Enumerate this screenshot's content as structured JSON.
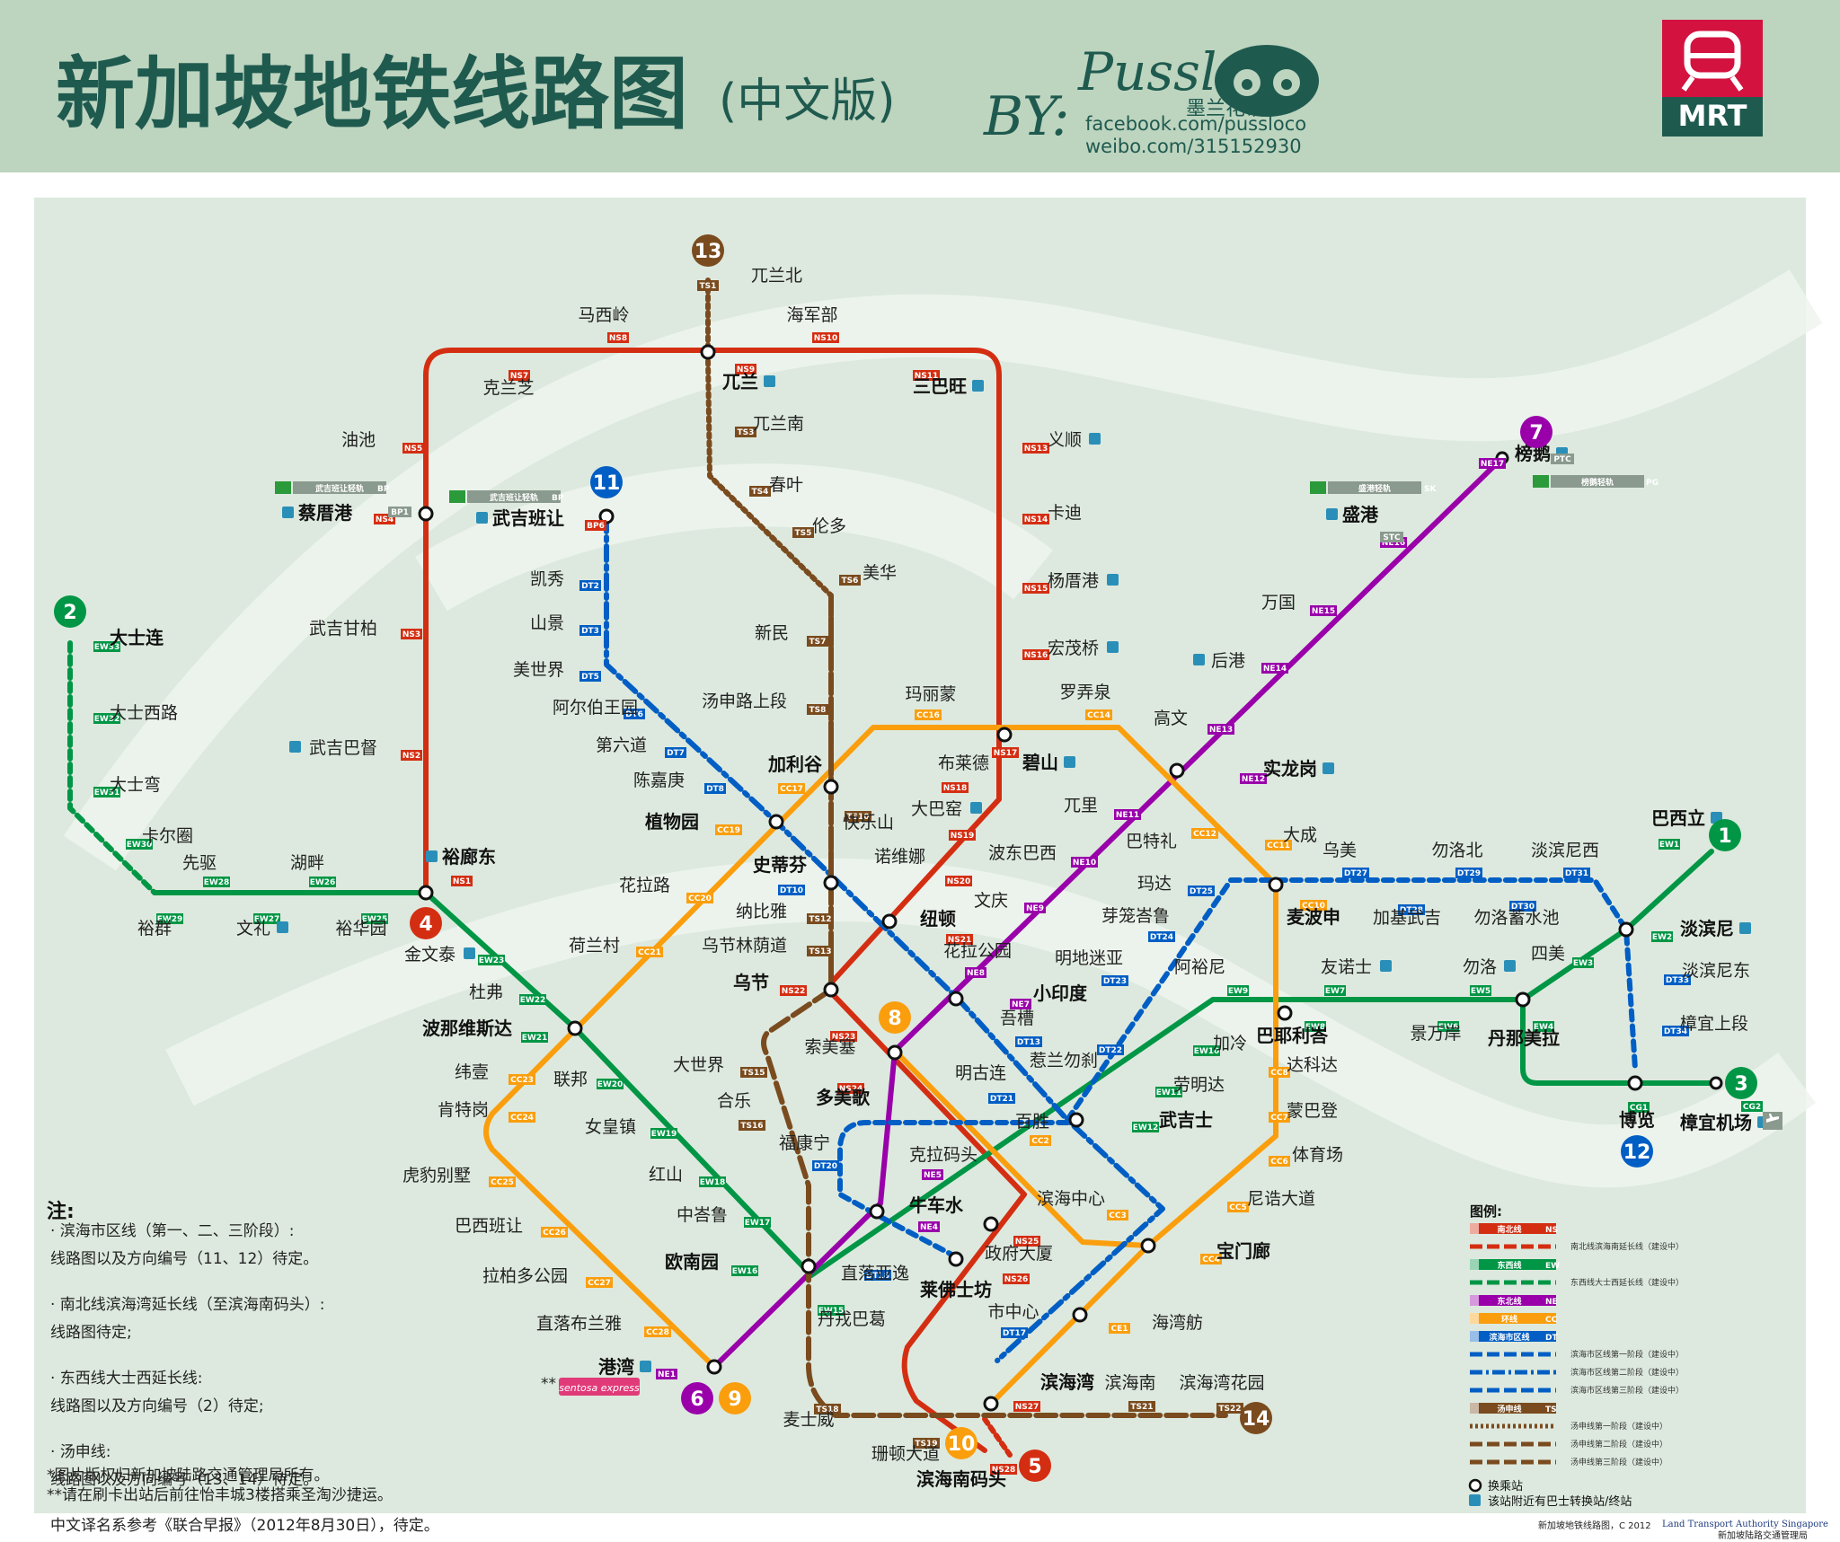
{
  "header": {
    "title": "新加坡地铁线路图",
    "subtitle": "(中文版)",
    "by": "BY:",
    "author": "Pussloco",
    "author_cn": "墨兰花语",
    "facebook": "facebook.com/pussloco",
    "weibo": "weibo.com/315152930",
    "logo_text": "MRT"
  },
  "colors": {
    "ns": "#d42e12",
    "ew": "#009645",
    "ne": "#9900aa",
    "cc": "#fa9e0d",
    "dt": "#005ec4",
    "ts": "#7a4b1e",
    "bg": "#dde9de",
    "header_bg": "#bdd4bf",
    "title": "#1f5a4f"
  },
  "line_badges": [
    {
      "num": "1",
      "color": "#009645"
    },
    {
      "num": "2",
      "color": "#009645"
    },
    {
      "num": "3",
      "color": "#009645"
    },
    {
      "num": "4",
      "color": "#d42e12"
    },
    {
      "num": "5",
      "color": "#d42e12"
    },
    {
      "num": "6",
      "color": "#9900aa"
    },
    {
      "num": "7",
      "color": "#9900aa"
    },
    {
      "num": "8",
      "color": "#fa9e0d"
    },
    {
      "num": "9",
      "color": "#fa9e0d"
    },
    {
      "num": "10",
      "color": "#fa9e0d"
    },
    {
      "num": "11",
      "color": "#005ec4"
    },
    {
      "num": "12",
      "color": "#005ec4"
    },
    {
      "num": "13",
      "color": "#7a4b1e"
    },
    {
      "num": "14",
      "color": "#7a4b1e"
    }
  ],
  "stations": [
    {
      "name": "兀兰北",
      "code": "TS1",
      "line": "ts"
    },
    {
      "name": "马西岭",
      "code": "NS8",
      "line": "ns"
    },
    {
      "name": "海军部",
      "code": "NS10",
      "line": "ns"
    },
    {
      "name": "克兰芝",
      "code": "NS7",
      "line": "ns"
    },
    {
      "name": "兀兰",
      "code": "NS9",
      "line": "ns"
    },
    {
      "name": "三巴旺",
      "code": "NS11",
      "line": "ns"
    },
    {
      "name": "兀兰南",
      "code": "TS3",
      "line": "ts"
    },
    {
      "name": "油池",
      "code": "NS5",
      "line": "ns"
    },
    {
      "name": "义顺",
      "code": "NS13",
      "line": "ns"
    },
    {
      "name": "春叶",
      "code": "TS4",
      "line": "ts"
    },
    {
      "name": "蔡厝港",
      "code": "NS4",
      "line": "ns"
    },
    {
      "name": "武吉班让",
      "code": "BP6",
      "line": "ns"
    },
    {
      "name": "卡迪",
      "code": "NS14",
      "line": "ns"
    },
    {
      "name": "伦多",
      "code": "TS5",
      "line": "ts"
    },
    {
      "name": "凯秀",
      "code": "DT2",
      "line": "dt"
    },
    {
      "name": "美华",
      "code": "TS6",
      "line": "ts"
    },
    {
      "name": "杨厝港",
      "code": "NS15",
      "line": "ns"
    },
    {
      "name": "山景",
      "code": "DT3",
      "line": "dt"
    },
    {
      "name": "武吉甘柏",
      "code": "NS3",
      "line": "ns"
    },
    {
      "name": "新民",
      "code": "TS7",
      "line": "ts"
    },
    {
      "name": "宏茂桥",
      "code": "NS16",
      "line": "ns"
    },
    {
      "name": "美世界",
      "code": "DT5",
      "line": "dt"
    },
    {
      "name": "汤申路上段",
      "code": "TS8",
      "line": "ts"
    },
    {
      "name": "阿尔伯王园",
      "code": "DT6",
      "line": "dt"
    },
    {
      "name": "玛丽蒙",
      "code": "CC16",
      "line": "cc"
    },
    {
      "name": "罗弄泉",
      "code": "CC14",
      "line": "cc"
    },
    {
      "name": "第六道",
      "code": "DT7",
      "line": "dt"
    },
    {
      "name": "武吉巴督",
      "code": "NS2",
      "line": "ns"
    },
    {
      "name": "加利谷",
      "code": "CC17",
      "line": "cc"
    },
    {
      "name": "布莱德",
      "code": "NS18",
      "line": "ns"
    },
    {
      "name": "碧山",
      "code": "NS17",
      "line": "ns"
    },
    {
      "name": "陈嘉庚",
      "code": "DT8",
      "line": "dt"
    },
    {
      "name": "植物园",
      "code": "CC19",
      "line": "cc"
    },
    {
      "name": "快乐山",
      "code": "TS10",
      "line": "ts"
    },
    {
      "name": "大巴窑",
      "code": "NS19",
      "line": "ns"
    },
    {
      "name": "兀里",
      "code": "NE11",
      "line": "ne"
    },
    {
      "name": "巴特礼",
      "code": "CC12",
      "line": "cc"
    },
    {
      "name": "大成",
      "code": "CC11",
      "line": "cc"
    },
    {
      "name": "诺维娜",
      "code": "NS20",
      "line": "ns"
    },
    {
      "name": "波东巴西",
      "code": "NE10",
      "line": "ne"
    },
    {
      "name": "裕廊东",
      "code": "NS1",
      "line": "ns"
    },
    {
      "name": "史蒂芬",
      "code": "DT10",
      "line": "dt"
    },
    {
      "name": "花拉路",
      "code": "CC20",
      "line": "cc"
    },
    {
      "name": "纳比雅",
      "code": "TS12",
      "line": "ts"
    },
    {
      "name": "纽顿",
      "code": "NS21",
      "line": "ns"
    },
    {
      "name": "文庆",
      "code": "NE9",
      "line": "ne"
    },
    {
      "name": "玛达",
      "code": "DT25",
      "line": "dt"
    },
    {
      "name": "芽笼峇鲁",
      "code": "DT24",
      "line": "dt"
    },
    {
      "name": "麦波申",
      "code": "CC10",
      "line": "cc"
    },
    {
      "name": "加基武吉",
      "code": "DT28",
      "line": "dt"
    },
    {
      "name": "勿洛蓄水池",
      "code": "DT30",
      "line": "dt"
    },
    {
      "name": "乌美",
      "code": "DT27",
      "line": "dt"
    },
    {
      "name": "勿洛北",
      "code": "DT29",
      "line": "dt"
    },
    {
      "name": "淡滨尼西",
      "code": "DT31",
      "line": "dt"
    },
    {
      "name": "先驱",
      "code": "EW28",
      "line": "ew"
    },
    {
      "name": "湖畔",
      "code": "EW26",
      "line": "ew"
    },
    {
      "name": "荷兰村",
      "code": "CC21",
      "line": "cc"
    },
    {
      "name": "乌节林荫道",
      "code": "TS13",
      "line": "ts"
    },
    {
      "name": "花拉公园",
      "code": "NE8",
      "line": "ne"
    },
    {
      "name": "明地迷亚",
      "code": "DT23",
      "line": "dt"
    },
    {
      "name": "裕群",
      "code": "EW29",
      "line": "ew"
    },
    {
      "name": "文礼",
      "code": "EW27",
      "line": "ew"
    },
    {
      "name": "裕华园",
      "code": "EW25",
      "line": "ew"
    },
    {
      "name": "金文泰",
      "code": "EW23",
      "line": "ew"
    },
    {
      "name": "乌节",
      "code": "NS22",
      "line": "ns"
    },
    {
      "name": "小印度",
      "code": "NE7",
      "line": "ne"
    },
    {
      "name": "阿裕尼",
      "code": "EW9",
      "line": "ew"
    },
    {
      "name": "友诺士",
      "code": "EW7",
      "line": "ew"
    },
    {
      "name": "勿洛",
      "code": "EW5",
      "line": "ew"
    },
    {
      "name": "四美",
      "code": "EW3",
      "line": "ew"
    },
    {
      "name": "淡滨尼东",
      "code": "DT33",
      "line": "dt"
    },
    {
      "name": "杜弗",
      "code": "EW22",
      "line": "ew"
    },
    {
      "name": "吾槽",
      "code": "DT13",
      "line": "dt"
    },
    {
      "name": "巴耶利峇",
      "code": "EW8",
      "line": "ew"
    },
    {
      "name": "景万岸",
      "code": "EW6",
      "line": "ew"
    },
    {
      "name": "丹那美拉",
      "code": "EW4",
      "line": "ew"
    },
    {
      "name": "淡滨尼",
      "code": "EW2",
      "line": "ew"
    },
    {
      "name": "樟宜上段",
      "code": "DT34",
      "line": "dt"
    },
    {
      "name": "波那维斯达",
      "code": "EW21",
      "line": "ew"
    },
    {
      "name": "索美塞",
      "code": "NS23",
      "line": "ns"
    },
    {
      "name": "加冷",
      "code": "EW10",
      "line": "ew"
    },
    {
      "name": "纬壹",
      "code": "CC23",
      "line": "cc"
    },
    {
      "name": "联邦",
      "code": "EW20",
      "line": "ew"
    },
    {
      "name": "大世界",
      "code": "TS15",
      "line": "ts"
    },
    {
      "name": "惹兰勿刹",
      "code": "DT22",
      "line": "dt"
    },
    {
      "name": "达科达",
      "code": "CC8",
      "line": "cc"
    },
    {
      "name": "多美歌",
      "code": "NS24",
      "line": "ns"
    },
    {
      "name": "明古连",
      "code": "DT21",
      "line": "dt"
    },
    {
      "name": "劳明达",
      "code": "EW11",
      "line": "ew"
    },
    {
      "name": "合乐",
      "code": "TS16",
      "line": "ts"
    },
    {
      "name": "肯特岗",
      "code": "CC24",
      "line": "cc"
    },
    {
      "name": "蒙巴登",
      "code": "CC7",
      "line": "cc"
    },
    {
      "name": "女皇镇",
      "code": "EW19",
      "line": "ew"
    },
    {
      "name": "福康宁",
      "code": "DT20",
      "line": "dt"
    },
    {
      "name": "百胜",
      "code": "CC2",
      "line": "cc"
    },
    {
      "name": "武吉士",
      "code": "EW12",
      "line": "ew"
    },
    {
      "name": "体育场",
      "code": "CC6",
      "line": "cc"
    },
    {
      "name": "克拉码头",
      "code": "NE5",
      "line": "ne"
    },
    {
      "name": "虎豹别墅",
      "code": "CC25",
      "line": "cc"
    },
    {
      "name": "红山",
      "code": "EW18",
      "line": "ew"
    },
    {
      "name": "滨海中心",
      "code": "CC3",
      "line": "cc"
    },
    {
      "name": "尼诰大道",
      "code": "CC5",
      "line": "cc"
    },
    {
      "name": "中峇鲁",
      "code": "EW17",
      "line": "ew"
    },
    {
      "name": "牛车水",
      "code": "NE4",
      "line": "ne"
    },
    {
      "name": "巴西班让",
      "code": "CC26",
      "line": "cc"
    },
    {
      "name": "欧南园",
      "code": "EW16",
      "line": "ew"
    },
    {
      "name": "政府大厦",
      "code": "NS25",
      "line": "ns"
    },
    {
      "name": "宝门廊",
      "code": "CC4",
      "line": "cc"
    },
    {
      "name": "直落亚逸",
      "code": "DT18",
      "line": "dt"
    },
    {
      "name": "拉柏多公园",
      "code": "CC27",
      "line": "cc"
    },
    {
      "name": "莱佛士坊",
      "code": "NS26",
      "line": "ns"
    },
    {
      "name": "市中心",
      "code": "DT17",
      "line": "dt"
    },
    {
      "name": "丹戎巴葛",
      "code": "EW15",
      "line": "ew"
    },
    {
      "name": "海湾舫",
      "code": "CE1",
      "line": "cc"
    },
    {
      "name": "直落布兰雅",
      "code": "CC28",
      "line": "cc"
    },
    {
      "name": "港湾",
      "code": "NE1",
      "line": "ne"
    },
    {
      "name": "滨海湾",
      "code": "NS27",
      "line": "ns"
    },
    {
      "name": "滨海南",
      "code": "TS21",
      "line": "ts"
    },
    {
      "name": "滨海湾花园",
      "code": "TS22",
      "line": "ts"
    },
    {
      "name": "麦士威",
      "code": "TS18",
      "line": "ts"
    },
    {
      "name": "珊顿大道",
      "code": "TS19",
      "line": "ts"
    },
    {
      "name": "滨海南码头",
      "code": "NS28",
      "line": "ns"
    },
    {
      "name": "大士连",
      "code": "EW33",
      "line": "ew"
    },
    {
      "name": "大士西路",
      "code": "EW32",
      "line": "ew"
    },
    {
      "name": "大士弯",
      "code": "EW31",
      "line": "ew"
    },
    {
      "name": "卡尔圈",
      "code": "EW30",
      "line": "ew"
    },
    {
      "name": "榜鹅",
      "code": "NE17",
      "line": "ne"
    },
    {
      "name": "盛港",
      "code": "NE16",
      "line": "ne"
    },
    {
      "name": "万国",
      "code": "NE15",
      "line": "ne"
    },
    {
      "name": "后港",
      "code": "NE14",
      "line": "ne"
    },
    {
      "name": "高文",
      "code": "NE13",
      "line": "ne"
    },
    {
      "name": "实龙岗",
      "code": "NE12",
      "line": "ne"
    },
    {
      "name": "巴西立",
      "code": "EW1",
      "line": "ew"
    },
    {
      "name": "博览",
      "code": "CG1",
      "line": "ew"
    },
    {
      "name": "樟宜机场",
      "code": "CG2",
      "line": "ew"
    }
  ],
  "lrt": {
    "bp1": "武吉班让轻轨",
    "bp1_code": "BP",
    "bp2": "武吉班让轻轨",
    "bp2_code": "BP",
    "sk": "盛港轻轨",
    "sk_code": "SK",
    "pg": "榜鹅轻轨",
    "pg_code": "PG",
    "ptc": "PTC",
    "stc": "STC",
    "bp1_small": "BP1"
  },
  "misc": {
    "sentosa_stars": "**",
    "sentosa": "sentosa express"
  },
  "notes": {
    "title": "注:",
    "lines": [
      "· 滨海市区线（第一、二、三阶段）:",
      "  线路图以及方向编号（11、12）待定。",
      "· 南北线滨海湾延长线（至滨海南码头）:",
      "  线路图待定;",
      "· 东西线大士西延长线:",
      "  线路图以及方向编号（2）待定;",
      "· 汤申线:",
      "  线路图以及方向编号（13、14）待定。",
      "  中文译名系参考《联合早报》（2012年8月30日），待定。"
    ],
    "foot1": "*图片版权归新加坡陆路交通管理局所有。",
    "foot2": "**请在刷卡出站后前往怡丰城3楼搭乘圣淘沙捷运。"
  },
  "legend": {
    "title": "图例:",
    "items": [
      {
        "label": "南北线",
        "code": "NS",
        "desc": ""
      },
      {
        "label": "",
        "code": "",
        "desc": "南北线滨海南延长线（建设中）"
      },
      {
        "label": "东西线",
        "code": "EW",
        "desc": ""
      },
      {
        "label": "",
        "code": "",
        "desc": "东西线大士西延长线（建设中）"
      },
      {
        "label": "东北线",
        "code": "NE",
        "desc": ""
      },
      {
        "label": "环线",
        "code": "CC",
        "desc": ""
      },
      {
        "label": "滨海市区线",
        "code": "DT",
        "desc": ""
      },
      {
        "label": "",
        "code": "",
        "desc": "滨海市区线第一阶段（建设中）"
      },
      {
        "label": "",
        "code": "",
        "desc": "滨海市区线第二阶段（建设中）"
      },
      {
        "label": "",
        "code": "",
        "desc": "滨海市区线第三阶段（建设中）"
      },
      {
        "label": "汤申线",
        "code": "TS",
        "desc": ""
      },
      {
        "label": "",
        "code": "",
        "desc": "汤申线第一阶段（建设中）"
      },
      {
        "label": "",
        "code": "",
        "desc": "汤申线第二阶段（建设中）"
      },
      {
        "label": "",
        "code": "",
        "desc": "汤申线第三阶段（建设中）"
      }
    ],
    "interchange": "换乘站",
    "bus": "该站附近有巴士转换站/终站"
  },
  "copyright": {
    "text": "新加坡地铁线路图，C 2012",
    "lta": "Land Transport Authority Singapore",
    "lta_cn": "新加坡陆路交通管理局"
  }
}
